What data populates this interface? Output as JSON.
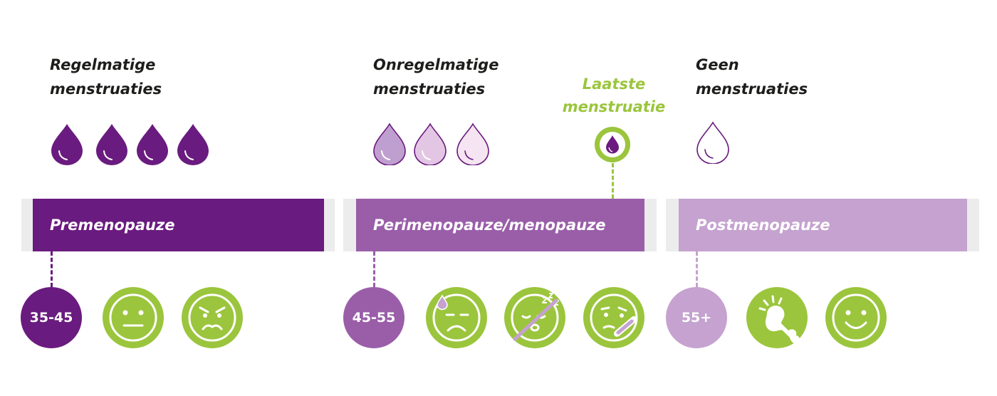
{
  "colors": {
    "dark_purple": "#6a1b7f",
    "mid_purple": "#9a5ea9",
    "light_purple": "#c5a2cf",
    "green": "#9bc53d",
    "band_background": "#ececec"
  },
  "phases": [
    {
      "name": "Premenopauze",
      "heading": "Regelmatige\nmenstruaties",
      "age": "35-45",
      "drops": [
        "filled-drop-icon",
        "filled-drop-icon",
        "filled-drop-icon",
        "filled-drop-icon"
      ],
      "icons": [
        "neutral-face-icon",
        "angry-face-icon"
      ]
    },
    {
      "name": "Perimenopauze/menopauze",
      "heading": "Onregelmatige\nmenstruaties",
      "age": "45-55",
      "drops": [
        "light-drop-icon",
        "lighter-drop-icon",
        "lightest-drop-icon"
      ],
      "icons": [
        "sweating-face-icon",
        "no-sleep-face-icon",
        "sick-face-icon"
      ]
    },
    {
      "name": "Postmenopauze",
      "heading": "Geen\nmenstruaties",
      "age": "55+",
      "drops": [
        "empty-drop-icon"
      ],
      "icons": [
        "bone-pain-icon",
        "smiling-face-icon"
      ]
    }
  ],
  "last_period": {
    "label": "Laatste\nmenstruatie",
    "icon": "last-drop-icon"
  }
}
